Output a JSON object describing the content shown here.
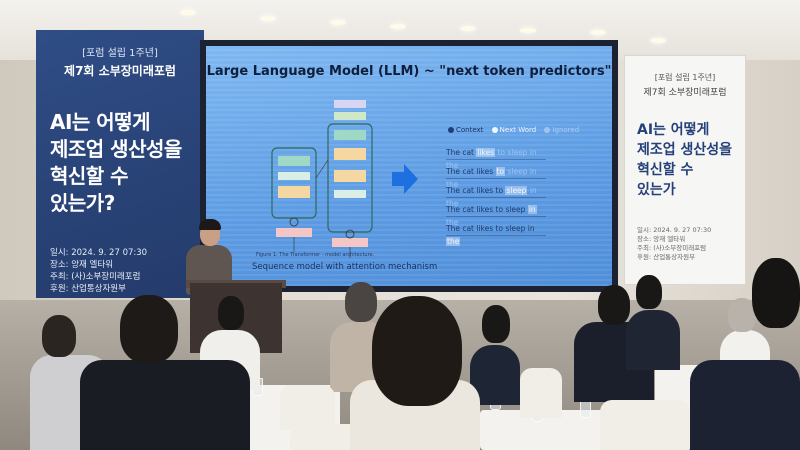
{
  "banner_left": {
    "tag": "[포럼 설립 1주년]",
    "forum": "제7회 소부장미래포럼",
    "title": "AI는 어떻게\n제조업 생산성을\n혁신할 수\n있는가?",
    "date": "일시: 2024. 9. 27 07:30",
    "place": "장소: 앙재 엘타워",
    "host": "주최: (사)소부장미래포럼",
    "sponsor": "후원: 산업통상자원부"
  },
  "banner_right": {
    "tag": "[포럼 설립 1주년]",
    "forum": "제7회 소부장미래포럼",
    "title": "AI는 어떻게\n제조업 생산성을\n혁신할 수\n있는가",
    "date": "일시: 2024. 9. 27 07:30",
    "place": "장소: 앙재 엘타워",
    "host": "주최: (사)소부장미래포럼",
    "sponsor": "후원: 산업통상자원부"
  },
  "slide": {
    "title": "Large Language Model (LLM) ~ \"next token predictors\"",
    "figure_caption": "Figure 1: The Transformer - model architecture.",
    "subcaption": "Sequence model with attention mechanism",
    "legend": [
      "Context",
      "Next Word",
      "Ignored"
    ],
    "sentences": [
      {
        "ctx": "The cat",
        "next": "likes",
        "ign": "to sleep in the"
      },
      {
        "ctx": "The cat likes",
        "next": "to",
        "ign": "sleep in the"
      },
      {
        "ctx": "The cat likes to",
        "next": "sleep",
        "ign": "in the"
      },
      {
        "ctx": "The cat likes to sleep",
        "next": "in",
        "ign": "the"
      },
      {
        "ctx": "The cat likes to sleep in",
        "next": "the",
        "ign": ""
      }
    ],
    "colors": {
      "context": "#1f3e76",
      "next_word": "#f2f6ff",
      "ignored": "#9fc4f0",
      "arrow": "#1e6fe0"
    }
  }
}
